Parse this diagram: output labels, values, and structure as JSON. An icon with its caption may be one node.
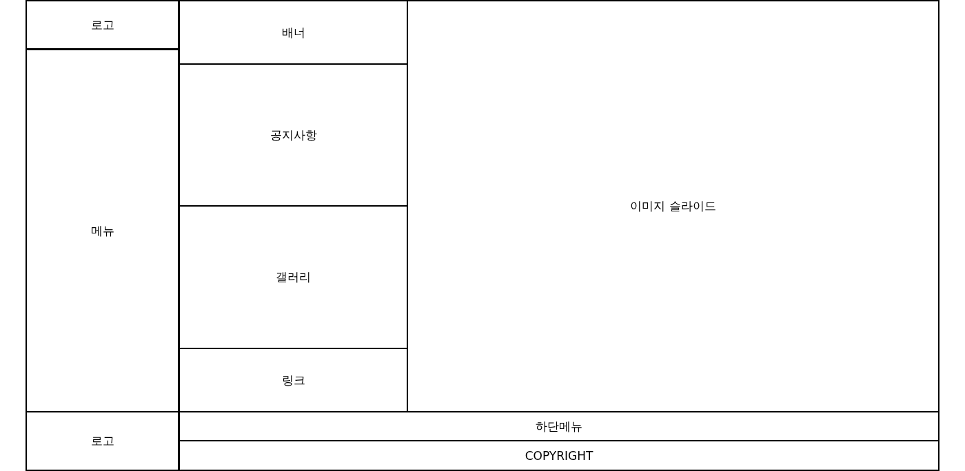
{
  "diagram": {
    "nodes": [
      {
        "text": [
          "로고"
        ]
      },
      {
        "text": [
          "메뉴"
        ]
      },
      {
        "text": [
          "배너"
        ]
      },
      {
        "text": [
          "공지사항"
        ]
      },
      {
        "text": [
          "갤러리"
        ]
      },
      {
        "text": [
          "링크"
        ]
      },
      {
        "text": [
          "이미지 슬라이드"
        ]
      },
      {
        "text": [
          "로고"
        ]
      },
      {
        "text": [
          "하단메뉴"
        ]
      },
      {
        "text": [
          "COPYRIGHT"
        ]
      }
    ]
  }
}
